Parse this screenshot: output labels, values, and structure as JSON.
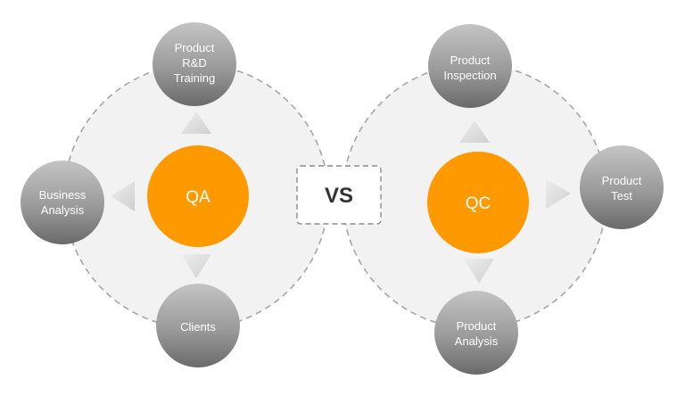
{
  "colors": {
    "background": "#ffffff",
    "ring_fill": "#f2f2f2",
    "ring_stroke": "#a6a6a6",
    "center": "#ff9900",
    "node_light": "#bdbdbd",
    "node_dark": "#6e6e6e",
    "arrow": "#dedede",
    "vs_text": "#333333"
  },
  "vs": {
    "label": "VS"
  },
  "qa": {
    "label": "QA",
    "nodes": {
      "top": [
        "Product",
        "R&D",
        "Training"
      ],
      "left": [
        "Business",
        "Analysis"
      ],
      "bottom": [
        "Clients"
      ]
    }
  },
  "qc": {
    "label": "QC",
    "nodes": {
      "top": [
        "Product",
        "Inspection"
      ],
      "right": [
        "Product",
        "Test"
      ],
      "bottom": [
        "Product",
        "Analysis"
      ]
    }
  }
}
